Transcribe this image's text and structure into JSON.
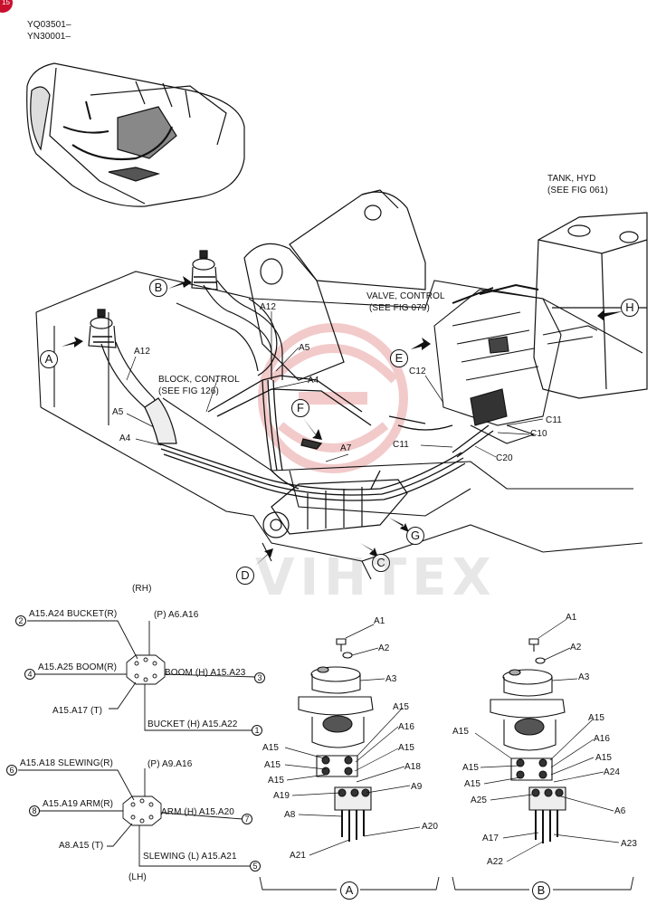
{
  "doc": {
    "page_badge": "15",
    "serials": [
      "YQ03501–",
      "YN30001–"
    ],
    "watermark": "VIHTEX",
    "colors": {
      "ink": "#111111",
      "badge": "#c8102e",
      "watermark_red": "#e8a0a0"
    }
  },
  "refs": {
    "tank": [
      "TANK, HYD",
      "(SEE FIG 061)"
    ],
    "valve": [
      "VALVE, CONTROL",
      "(SEE FIG 079)"
    ],
    "block": [
      "BLOCK, CONTROL",
      "(SEE FIG 126)"
    ]
  },
  "views": [
    "A",
    "B",
    "C",
    "D",
    "E",
    "F",
    "G",
    "H"
  ],
  "main_parts": {
    "a12_left": "A12",
    "a12_right": "A12",
    "a5_right": "A5",
    "a5_left": "A5",
    "a4_right": "A4",
    "a4_left": "A4",
    "a7": "A7",
    "c12": "C12",
    "c11_right": "C11",
    "c11_left": "C11",
    "c10": "C10",
    "c20": "C20"
  },
  "schematic_rh": {
    "side": "(RH)",
    "bucket_r": "A15.A24  BUCKET(R)",
    "pilot": "(P)  A6.A16",
    "boom_r": "A15.A25  BOOM(R)",
    "boom_h": "BOOM  (H) A15.A23",
    "tank": "A15.A17  (T)",
    "bucket_h": "BUCKET (H)  A15.A22",
    "ports": [
      "2",
      "4",
      "3",
      "1"
    ]
  },
  "schematic_lh": {
    "side": "(LH)",
    "slewing_r": "A15.A18  SLEWING(R)",
    "pilot": "(P)  A9.A16",
    "arm_r": "A15.A19  ARM(R)",
    "arm_h": "ARM  (H) A15.A20",
    "tank": "A8.A15  (T)",
    "slewing_l": "SLEWING  (L)  A15.A21",
    "ports": [
      "6",
      "8",
      "7",
      "5"
    ]
  },
  "detail_a": {
    "view": "A",
    "a1": "A1",
    "a2": "A2",
    "a3": "A3",
    "a15_right": "A15",
    "a16": "A16",
    "a15_mid": "A15",
    "a15_left1": "A15",
    "a15_left2": "A15",
    "a18": "A18",
    "a15_left3": "A15",
    "a19": "A19",
    "a9": "A9",
    "a8": "A8",
    "a20": "A20",
    "a21": "A21"
  },
  "detail_b": {
    "view": "B",
    "a1": "A1",
    "a2": "A2",
    "a3": "A3",
    "a15_left": "A15",
    "a15_right": "A15",
    "a16": "A16",
    "a15_right2": "A15",
    "a15_left2": "A15",
    "a24": "A24",
    "a15_left3": "A15",
    "a25": "A25",
    "a6": "A6",
    "a17": "A17",
    "a23": "A23",
    "a22": "A22"
  }
}
